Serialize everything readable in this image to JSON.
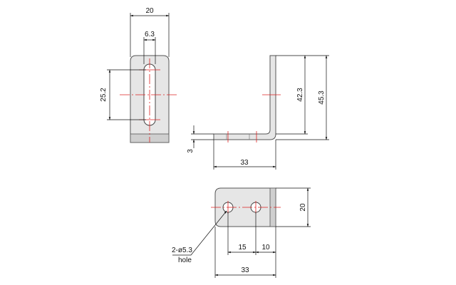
{
  "front_view": {
    "width_label": "20",
    "slot_width_label": "6.3",
    "slot_pitch_label": "25.2"
  },
  "side_view": {
    "inner_height_label": "42.3",
    "total_height_label": "45.3",
    "thickness_label": "3",
    "length_label": "33"
  },
  "bottom_view": {
    "width_label": "20",
    "hole_spacing_label": "15",
    "edge_distance_label": "10",
    "length_label": "33",
    "hole_callout_line1": "2-ø5.3",
    "hole_callout_line2": "hole"
  },
  "colors": {
    "part_fill": "#e6e6e6",
    "centerline": "#dd2222",
    "dimension": "#111111"
  }
}
